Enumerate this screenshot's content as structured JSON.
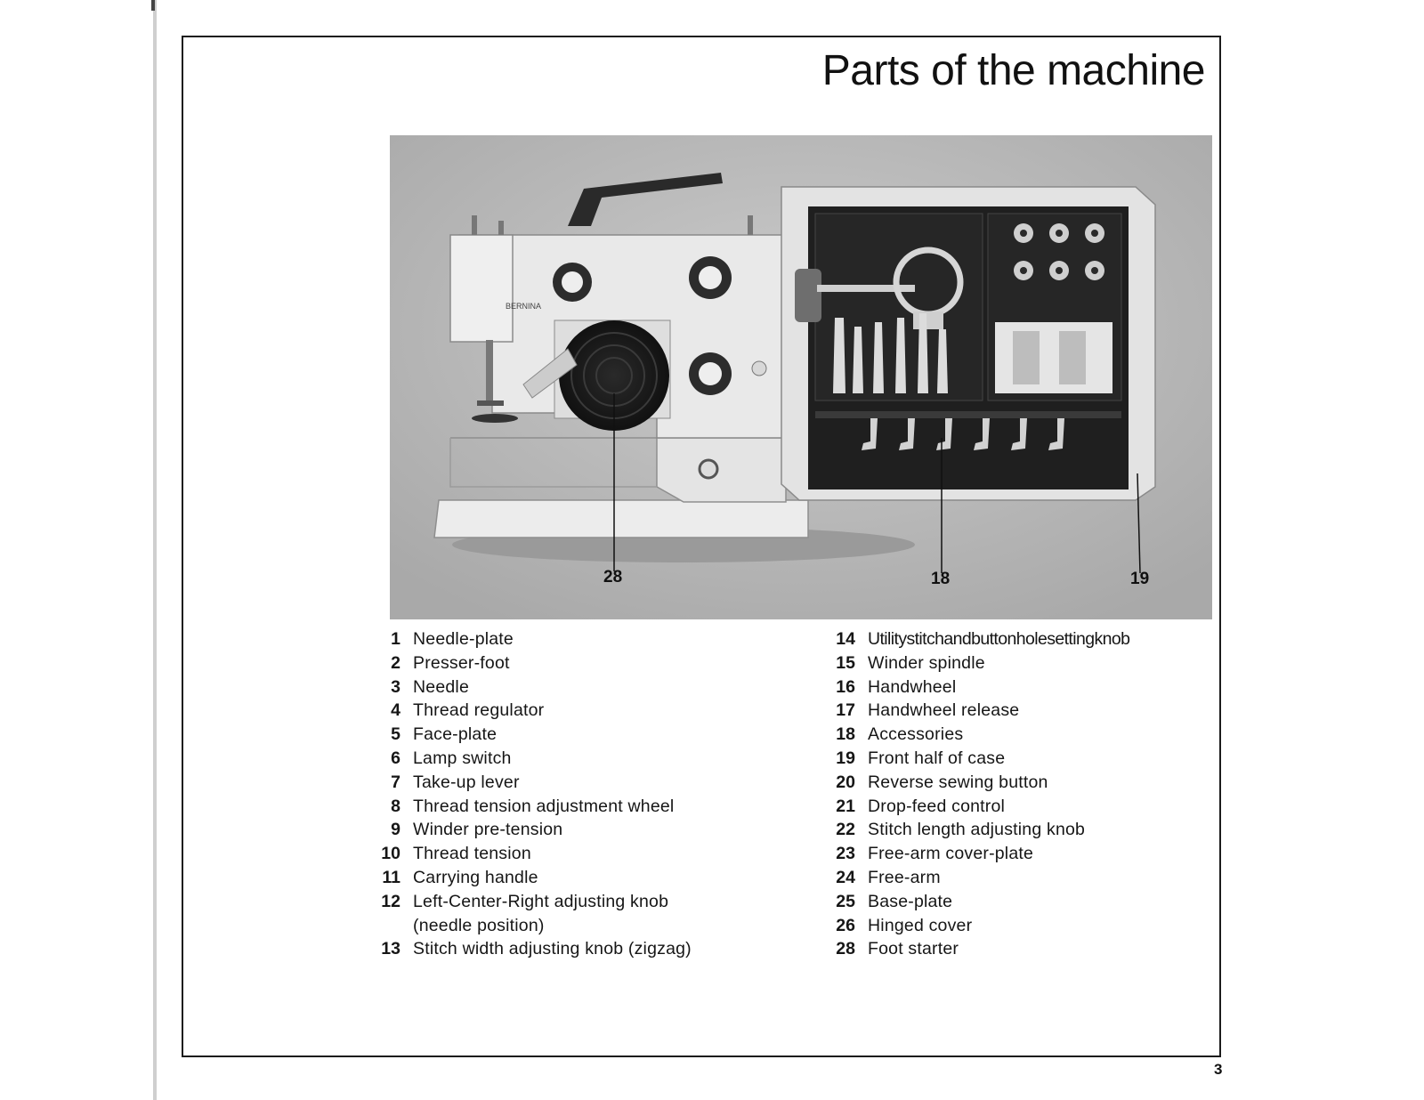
{
  "page": {
    "title": "Parts of the machine",
    "page_number": "3"
  },
  "photo": {
    "description_icon": "sewing-machine-photo",
    "callouts": [
      "28",
      "18",
      "19"
    ]
  },
  "parts_left": [
    {
      "num": "1",
      "label": "Needle-plate"
    },
    {
      "num": "2",
      "label": "Presser-foot"
    },
    {
      "num": "3",
      "label": "Needle"
    },
    {
      "num": "4",
      "label": "Thread regulator"
    },
    {
      "num": "5",
      "label": "Face-plate"
    },
    {
      "num": "6",
      "label": "Lamp switch"
    },
    {
      "num": "7",
      "label": "Take-up lever"
    },
    {
      "num": "8",
      "label": "Thread tension adjustment wheel"
    },
    {
      "num": "9",
      "label": "Winder pre-tension"
    },
    {
      "num": "10",
      "label": "Thread tension"
    },
    {
      "num": "11",
      "label": "Carrying handle"
    },
    {
      "num": "12",
      "label": "Left-Center-Right adjusting knob\n(needle position)"
    },
    {
      "num": "13",
      "label": "Stitch width adjusting knob (zigzag)"
    }
  ],
  "parts_right": [
    {
      "num": "14",
      "label": "Utilitystitchandbuttonholesettingknob"
    },
    {
      "num": "15",
      "label": "Winder spindle"
    },
    {
      "num": "16",
      "label": "Handwheel"
    },
    {
      "num": "17",
      "label": "Handwheel release"
    },
    {
      "num": "18",
      "label": "Accessories"
    },
    {
      "num": "19",
      "label": "Front half of case"
    },
    {
      "num": "20",
      "label": "Reverse sewing button"
    },
    {
      "num": "21",
      "label": "Drop-feed control"
    },
    {
      "num": "22",
      "label": "Stitch length adjusting knob"
    },
    {
      "num": "23",
      "label": "Free-arm cover-plate"
    },
    {
      "num": "24",
      "label": "Free-arm"
    },
    {
      "num": "25",
      "label": "Base-plate"
    },
    {
      "num": "26",
      "label": "Hinged cover"
    },
    {
      "num": "28",
      "label": "Foot starter"
    }
  ],
  "brand_label": "BERNINA"
}
